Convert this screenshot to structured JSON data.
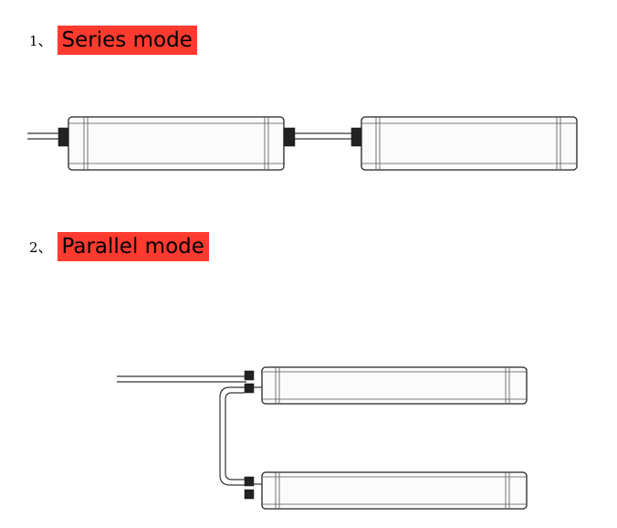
{
  "sections": [
    {
      "number": "1、",
      "title": "Series mode"
    },
    {
      "number": "2、",
      "title": "Parallel mode"
    }
  ],
  "colors": {
    "highlight": "#ff3b30",
    "line": "#333333"
  }
}
